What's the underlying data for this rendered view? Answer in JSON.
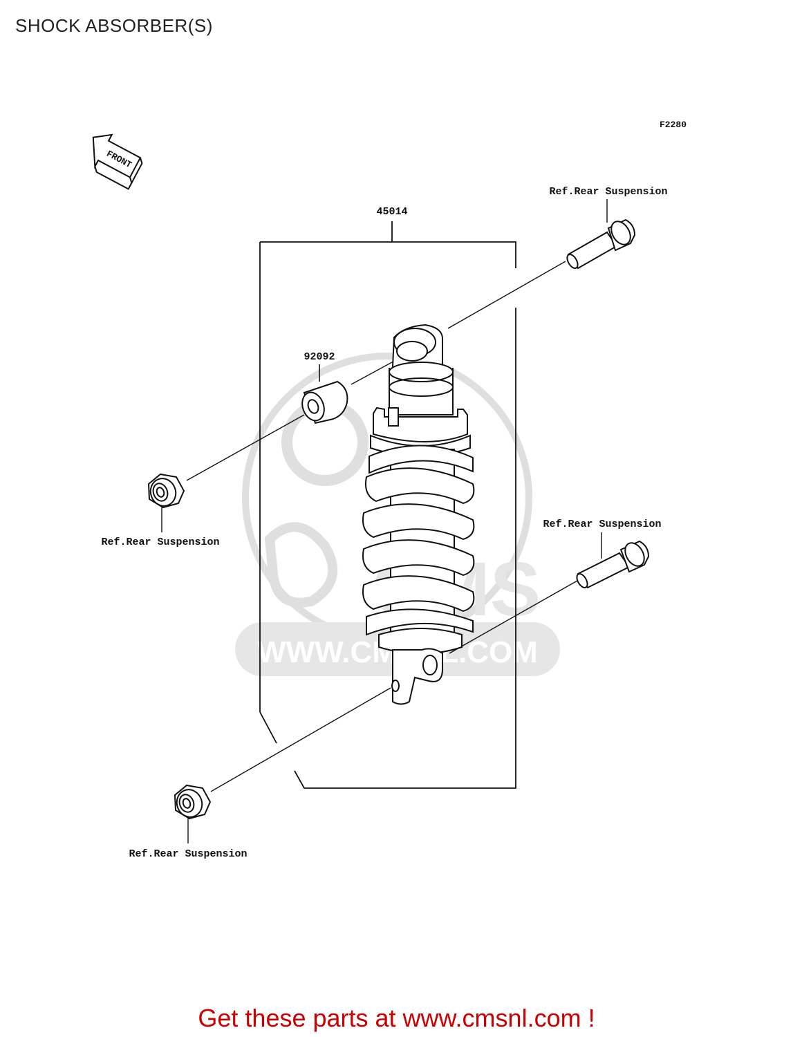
{
  "page": {
    "title": "SHOCK ABSORBER(S)",
    "figure_code": "F2280",
    "front_label": "FRONT"
  },
  "parts": [
    {
      "number": "45014"
    },
    {
      "number": "92092"
    }
  ],
  "references": [
    {
      "label": "Ref.Rear Suspension"
    },
    {
      "label": "Ref.Rear Suspension"
    },
    {
      "label": "Ref.Rear Suspension"
    },
    {
      "label": "Ref.Rear Suspension"
    }
  ],
  "watermark": {
    "text": "WWW.CMSNL.COM",
    "logo_text": "CMS"
  },
  "footer": {
    "cta": "Get these parts at www.cmsnl.com !"
  },
  "colors": {
    "line": "#111111",
    "watermark": "#d8d8d8",
    "cta": "#cc0000"
  }
}
